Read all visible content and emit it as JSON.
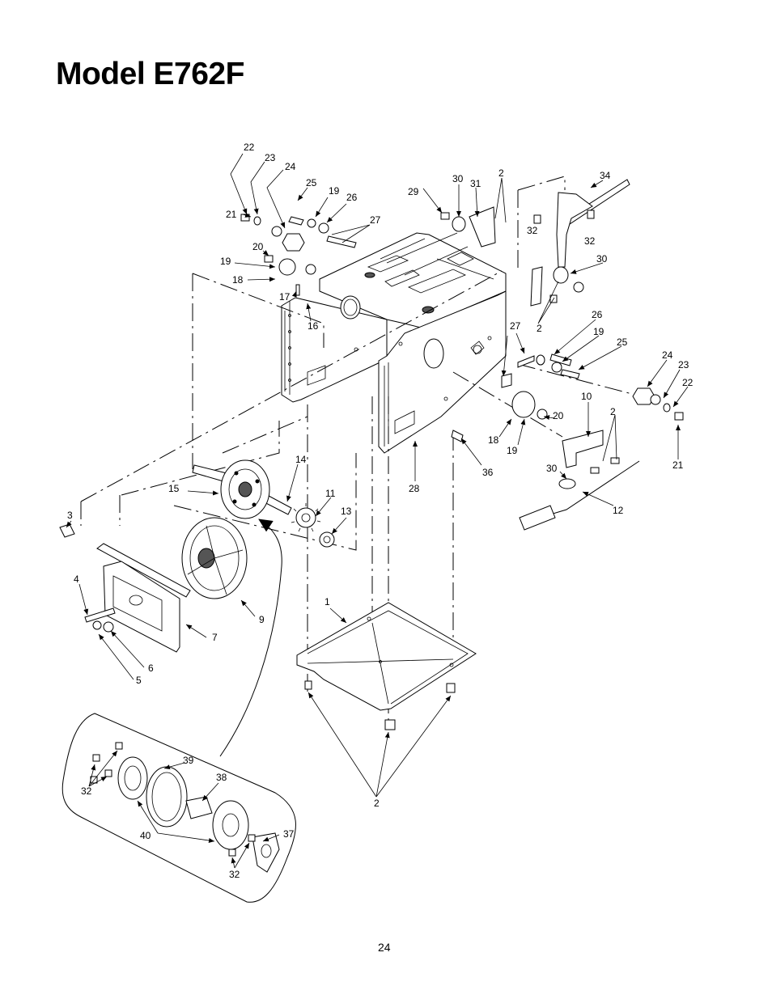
{
  "title": "Model E762F",
  "page_number": "24",
  "callouts": [
    "22",
    "23",
    "24",
    "25",
    "19",
    "26",
    "21",
    "27",
    "20",
    "19",
    "18",
    "17",
    "16",
    "30",
    "31",
    "2",
    "29",
    "34",
    "32",
    "32",
    "30",
    "2",
    "26",
    "19",
    "25",
    "27",
    "24",
    "23",
    "22",
    "10",
    "2",
    "20",
    "18",
    "19",
    "30",
    "21",
    "36",
    "28",
    "14",
    "15",
    "11",
    "13",
    "12",
    "3",
    "4",
    "9",
    "7",
    "6",
    "5",
    "1",
    "2",
    "39",
    "38",
    "32",
    "40",
    "37",
    "32"
  ]
}
